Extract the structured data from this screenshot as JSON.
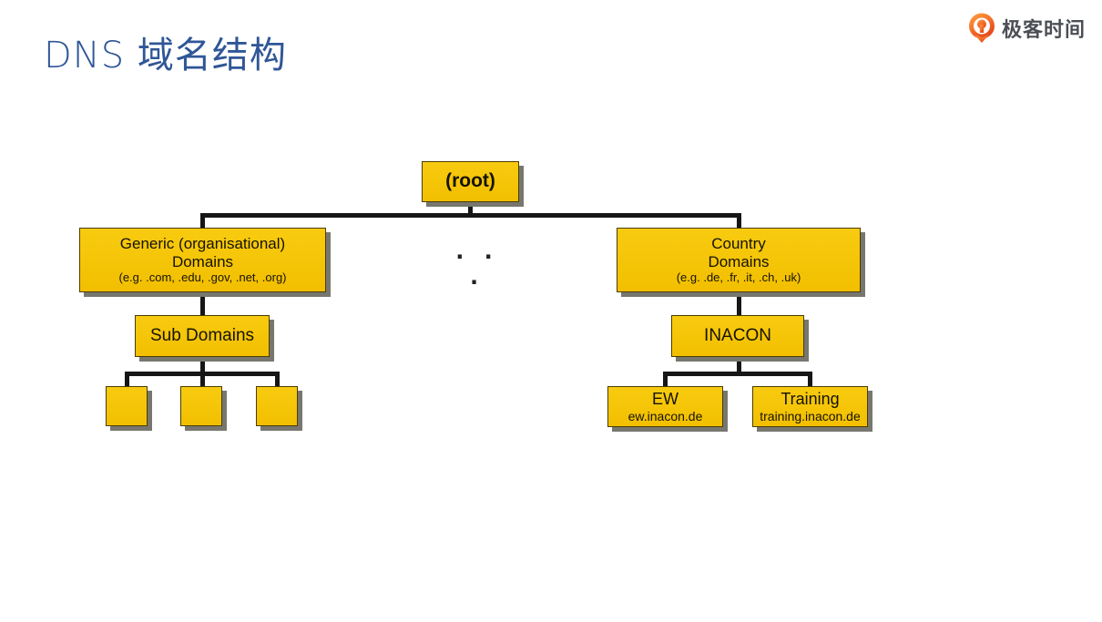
{
  "page": {
    "title": "DNS 域名结构",
    "title_color": "#2F5697",
    "background": "#FFFFFF"
  },
  "logo": {
    "text": "极客时间",
    "icon": "geektime-logo-icon",
    "icon_color_top": "#FF9A3C",
    "icon_color_bottom": "#E84A1E",
    "text_color": "#4B4F55"
  },
  "diagram": {
    "type": "tree",
    "ellipsis": "· · ·",
    "colors": {
      "box_fill": "#F4C40C",
      "box_border": "#4A3D00",
      "box_shadow": "#77776F",
      "connector": "#161616",
      "text": "#161300"
    },
    "nodes": {
      "root": {
        "label": "(root)"
      },
      "generic": {
        "line1": "Generic (organisational)",
        "line2": "Domains",
        "line3": "(e.g. .com, .edu, .gov, .net, .org)"
      },
      "country": {
        "line1": "Country",
        "line2": "Domains",
        "line3": "(e.g. .de, .fr, .it, .ch, .uk)"
      },
      "sub_domains": {
        "label": "Sub Domains"
      },
      "inacon": {
        "label": "INACON"
      },
      "ew": {
        "title": "EW",
        "subtitle": "ew.inacon.de"
      },
      "training": {
        "title": "Training",
        "subtitle": "training.inacon.de"
      },
      "empty_children_count": 3
    },
    "edges": [
      [
        "(root)",
        "Generic (organisational) Domains"
      ],
      [
        "(root)",
        "Country Domains"
      ],
      [
        "Generic (organisational) Domains",
        "Sub Domains"
      ],
      [
        "Sub Domains",
        "empty-1"
      ],
      [
        "Sub Domains",
        "empty-2"
      ],
      [
        "Sub Domains",
        "empty-3"
      ],
      [
        "Country Domains",
        "INACON"
      ],
      [
        "INACON",
        "EW"
      ],
      [
        "INACON",
        "Training"
      ]
    ]
  }
}
